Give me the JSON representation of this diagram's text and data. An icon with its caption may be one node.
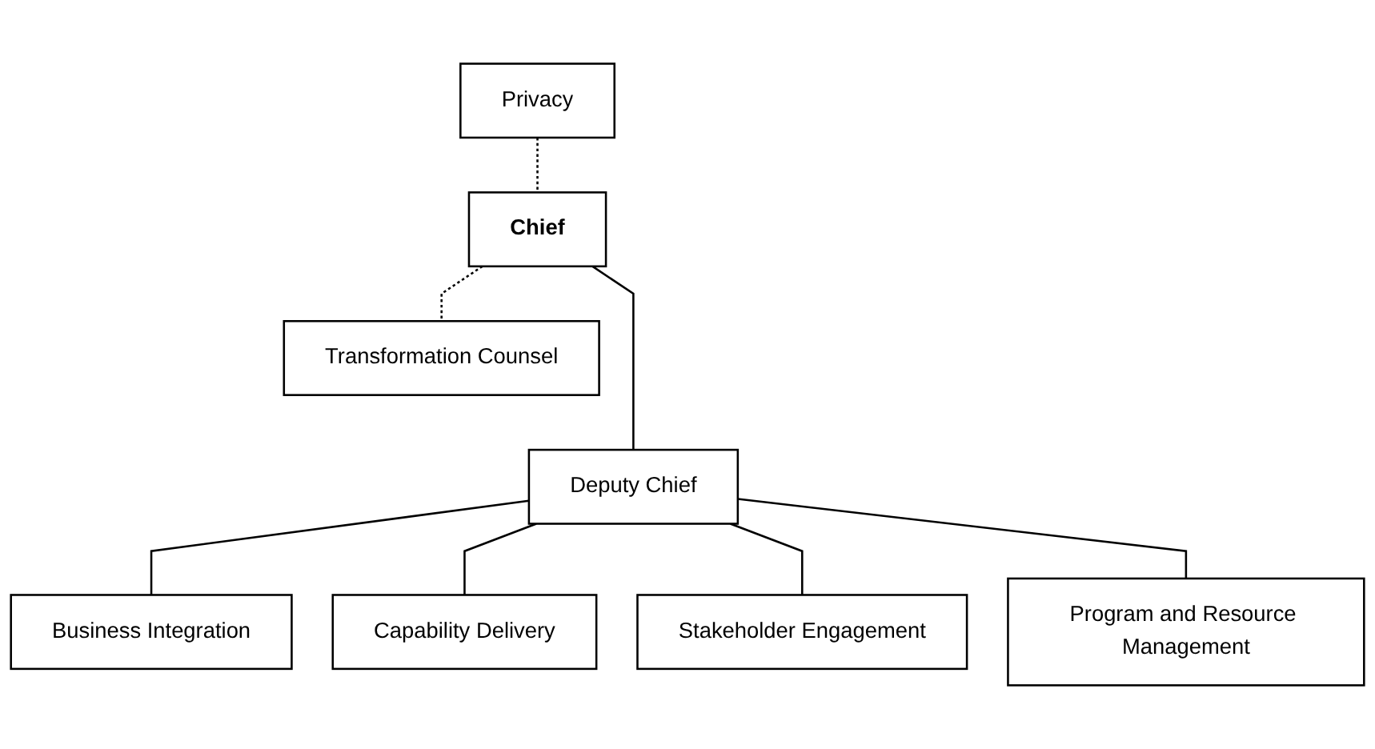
{
  "diagram": {
    "nodes": [
      {
        "text": [
          "Privacy"
        ]
      },
      {
        "text": [
          "Chief"
        ]
      },
      {
        "text": [
          "Transformation Counsel"
        ]
      },
      {
        "text": [
          "Deputy Chief"
        ]
      },
      {
        "text": [
          "Business Integration"
        ]
      },
      {
        "text": [
          "Capability Delivery"
        ]
      },
      {
        "text": [
          "Stakeholder Engagement"
        ]
      },
      {
        "text": [
          "Program and Resource Management"
        ]
      }
    ],
    "edges": [
      {
        "from": 0,
        "to": 1,
        "arrow": "none",
        "style": "dashed"
      },
      {
        "from": 1,
        "to": 2,
        "arrow": "none",
        "style": "dashed"
      },
      {
        "from": 1,
        "to": 3,
        "arrow": "none"
      },
      {
        "from": 3,
        "to": 4,
        "arrow": "none"
      },
      {
        "from": 3,
        "to": 5,
        "arrow": "none"
      },
      {
        "from": 3,
        "to": 6,
        "arrow": "none"
      },
      {
        "from": 3,
        "to": 7,
        "arrow": "none"
      }
    ]
  }
}
